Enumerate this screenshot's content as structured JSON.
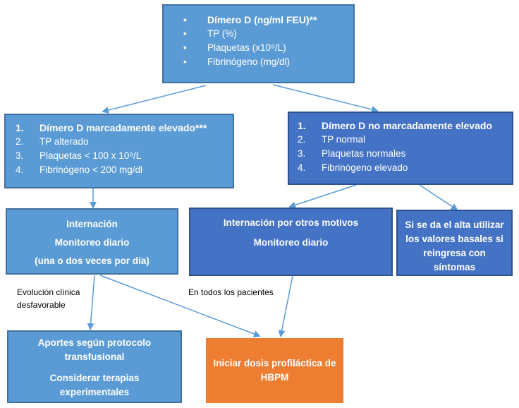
{
  "top_box": {
    "items": [
      {
        "marker": "•",
        "text": "Dímero D (ng/ml FEU)**",
        "bold": true
      },
      {
        "marker": "•",
        "text": "TP (%)"
      },
      {
        "marker": "•",
        "text": "Plaquetas (x10⁹/L)"
      },
      {
        "marker": "•",
        "text": "Fibrinógeno (mg/dl)"
      }
    ]
  },
  "left_criteria": {
    "items": [
      {
        "marker": "1.",
        "text": "Dímero D marcadamente elevado***"
      },
      {
        "marker": "2.",
        "text": "TP alterado"
      },
      {
        "marker": "3.",
        "text": "Plaquetas  < 100 x 10⁹/L"
      },
      {
        "marker": "4.",
        "text": "Fibrinógeno < 200 mg/dl"
      }
    ]
  },
  "right_criteria": {
    "items": [
      {
        "marker": "1.",
        "text": "Dímero D no marcadamente elevado"
      },
      {
        "marker": "2.",
        "text": "TP normal"
      },
      {
        "marker": "3.",
        "text": "Plaquetas  normales"
      },
      {
        "marker": "4.",
        "text": "Fibrinógeno elevado"
      }
    ]
  },
  "internacion_box": {
    "line1": "Internación",
    "line2": "Monitoreo diario",
    "line3": "(una o dos veces por día)"
  },
  "otros_motivos_box": {
    "line1": "Internación por otros motivos",
    "line2": "Monitoreo diario"
  },
  "alta_box": {
    "text": "Si se da el alta utilizar los valores basales si reingresa con síntomas"
  },
  "aportes_box": {
    "line1": "Aportes según protocolo transfusional",
    "line2": "Considerar terapias experimentales"
  },
  "hbpm_box": {
    "text": "Iniciar dosis profiláctica de HBPM"
  },
  "labels": {
    "evolucion": "Evolución clínica desfavorable",
    "todos": "En todos los pacientes"
  },
  "colors": {
    "light_blue": "#5b9bd5",
    "dark_blue": "#4472c4",
    "orange": "#ed7d31",
    "arrow": "#5b9bd5"
  }
}
